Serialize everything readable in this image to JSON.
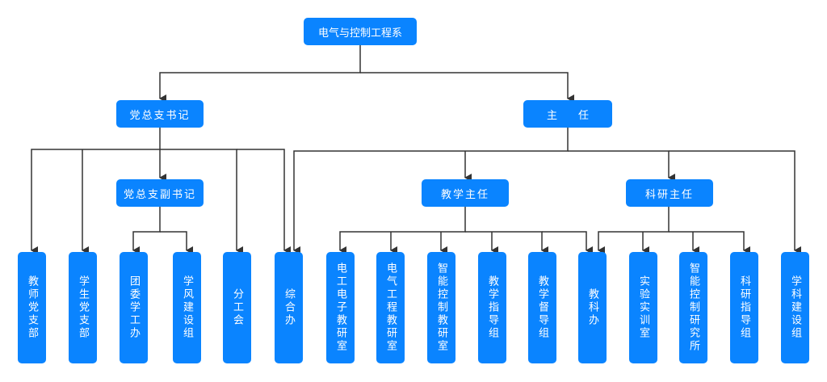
{
  "org": {
    "root": "电气与控制工程系",
    "party_secretary": "党总支书记",
    "director": "主　　任",
    "deputy_party_secretary": "党总支副书记",
    "teaching_director": "教学主任",
    "research_director": "科研主任",
    "leaves": [
      "教师党支部",
      "学生党支部",
      "团委学工办",
      "学风建设组",
      "分工会",
      "综合办",
      "电工电子教研室",
      "电气工程教研室",
      "智能控制教研室",
      "教学指导组",
      "教学督导组",
      "教科办",
      "实验实训室",
      "智能控制研究所",
      "科研指导组",
      "学科建设组"
    ]
  },
  "colors": {
    "box": "#0a84ff",
    "text": "#ffffff",
    "line": "#333333"
  }
}
